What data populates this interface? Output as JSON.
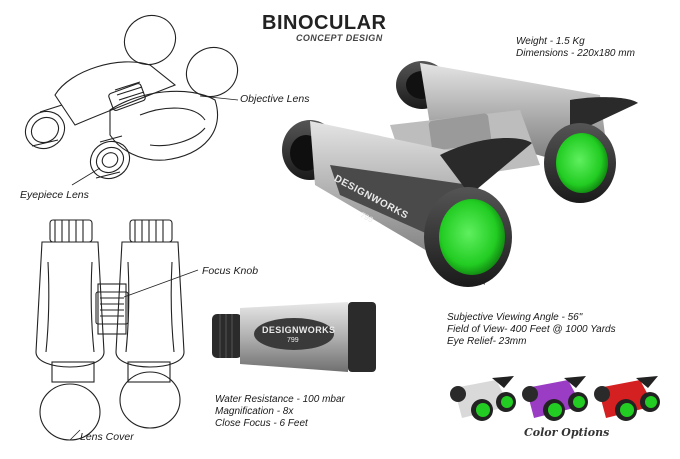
{
  "header": {
    "title": "BINOCULAR",
    "subtitle": "CONCEPT DESIGN"
  },
  "specs_top": {
    "weight": "Weight - 1.5 Kg",
    "dimensions": "Dimensions - 220x180 mm"
  },
  "specs_mid": {
    "viewing_angle": "Subjective Viewing Angle - 56\"",
    "field_of_view": "Field of View- 400 Feet @ 1000 Yards",
    "eye_relief": "Eye Relief- 23mm"
  },
  "specs_bottom": {
    "water_resistance": "Water Resistance - 100 mbar",
    "magnification": "Magnification - 8x",
    "close_focus": "Close Focus - 6 Feet"
  },
  "callouts": {
    "objective_lens": "Objective Lens",
    "eyepiece_lens": "Eyepiece Lens",
    "focus_knob": "Focus Knob",
    "lens_cover": "Lens Cover"
  },
  "branding": {
    "brand": "DESIGNWORKS",
    "model": "799"
  },
  "color_options": {
    "label": "Color Options",
    "colors": [
      "#d9d9d9",
      "#9a3dc4",
      "#d42020"
    ]
  },
  "lens_color": "#22cc22"
}
